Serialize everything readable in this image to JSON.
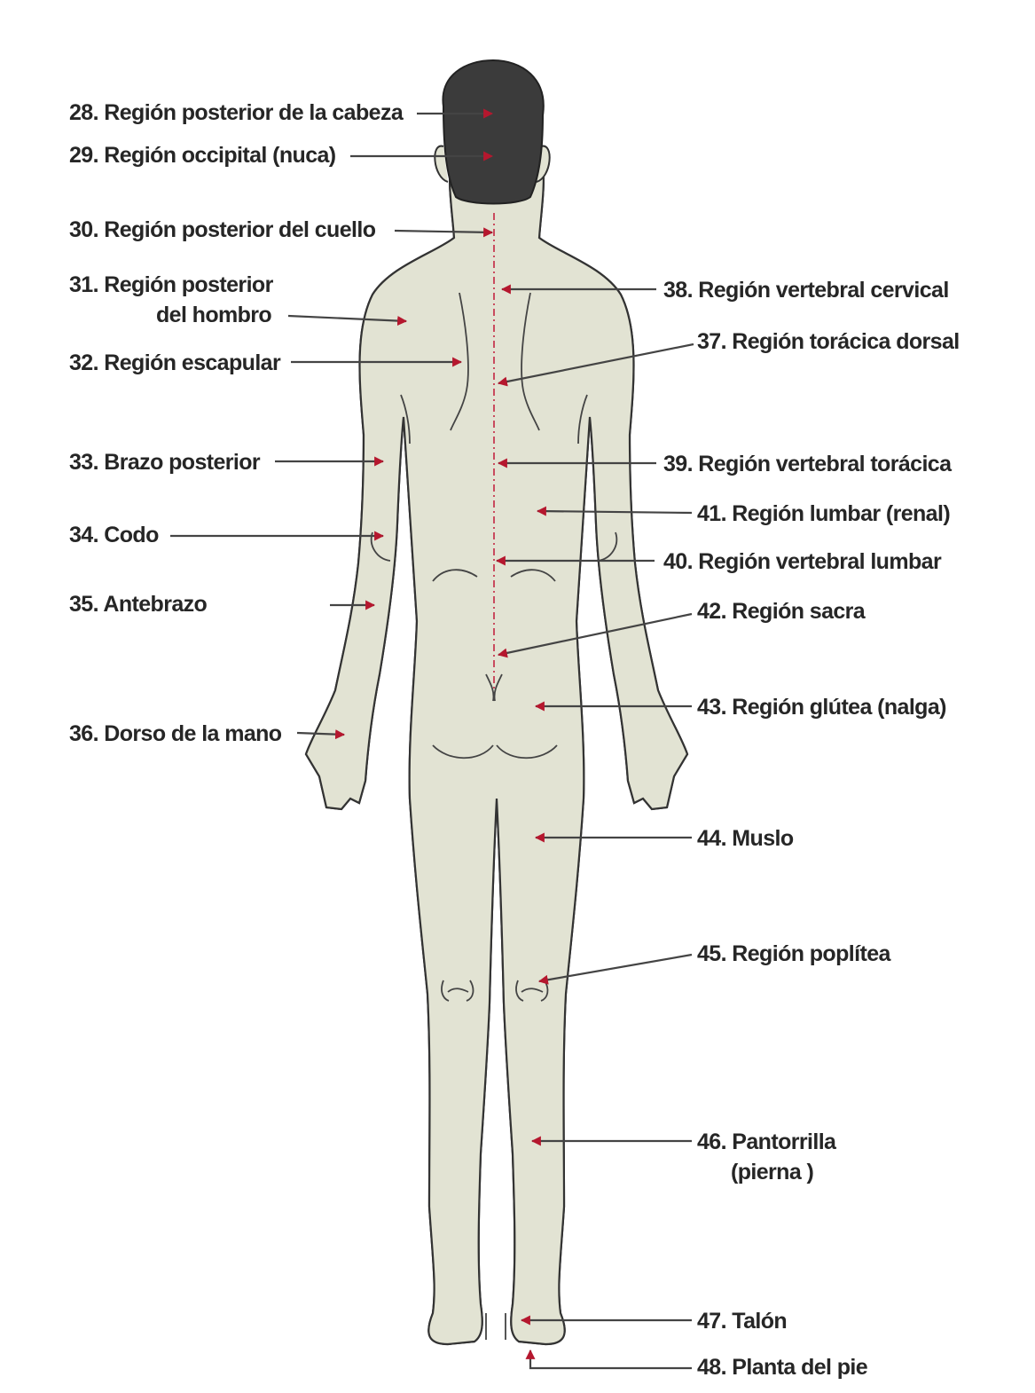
{
  "colors": {
    "background": "#ffffff",
    "upper_body": "#e2e3d3",
    "lower_legs": "#f6d8c8",
    "hair": "#3b3b3b",
    "outline": "#333333",
    "arrow": "#b5172e",
    "spine": "#c94b5e",
    "label_text": "#262626"
  },
  "labels": [
    {
      "id": "28",
      "text": "28. Región posterior de la cabeza",
      "side": "left"
    },
    {
      "id": "29",
      "text": "29. Región occipital (nuca)",
      "side": "left"
    },
    {
      "id": "30",
      "text": "30. Región posterior del cuello",
      "side": "left"
    },
    {
      "id": "31a",
      "text": "31. Región posterior",
      "side": "left"
    },
    {
      "id": "31b",
      "text": "del hombro",
      "side": "left"
    },
    {
      "id": "32",
      "text": "32. Región escapular",
      "side": "left"
    },
    {
      "id": "33",
      "text": "33. Brazo posterior",
      "side": "left"
    },
    {
      "id": "34",
      "text": "34. Codo",
      "side": "left"
    },
    {
      "id": "35",
      "text": "35. Antebrazo",
      "side": "left"
    },
    {
      "id": "36",
      "text": "36. Dorso de la mano",
      "side": "left"
    },
    {
      "id": "38",
      "text": "38. Región vertebral cervical",
      "side": "right"
    },
    {
      "id": "37",
      "text": "37. Región torácica dorsal",
      "side": "right"
    },
    {
      "id": "39",
      "text": "39. Región vertebral torácica",
      "side": "right"
    },
    {
      "id": "41",
      "text": "41. Región lumbar (renal)",
      "side": "right"
    },
    {
      "id": "40",
      "text": "40. Región vertebral lumbar",
      "side": "right"
    },
    {
      "id": "42",
      "text": "42. Región sacra",
      "side": "right"
    },
    {
      "id": "43",
      "text": "43. Región glútea (nalga)",
      "side": "right"
    },
    {
      "id": "44",
      "text": "44. Muslo",
      "side": "right"
    },
    {
      "id": "45",
      "text": "45. Región poplítea",
      "side": "right"
    },
    {
      "id": "46a",
      "text": "46. Pantorrilla",
      "side": "right"
    },
    {
      "id": "46b",
      "text": "(pierna )",
      "side": "right"
    },
    {
      "id": "47",
      "text": "47. Talón",
      "side": "right"
    },
    {
      "id": "48",
      "text": "48. Planta del pie",
      "side": "right"
    }
  ]
}
